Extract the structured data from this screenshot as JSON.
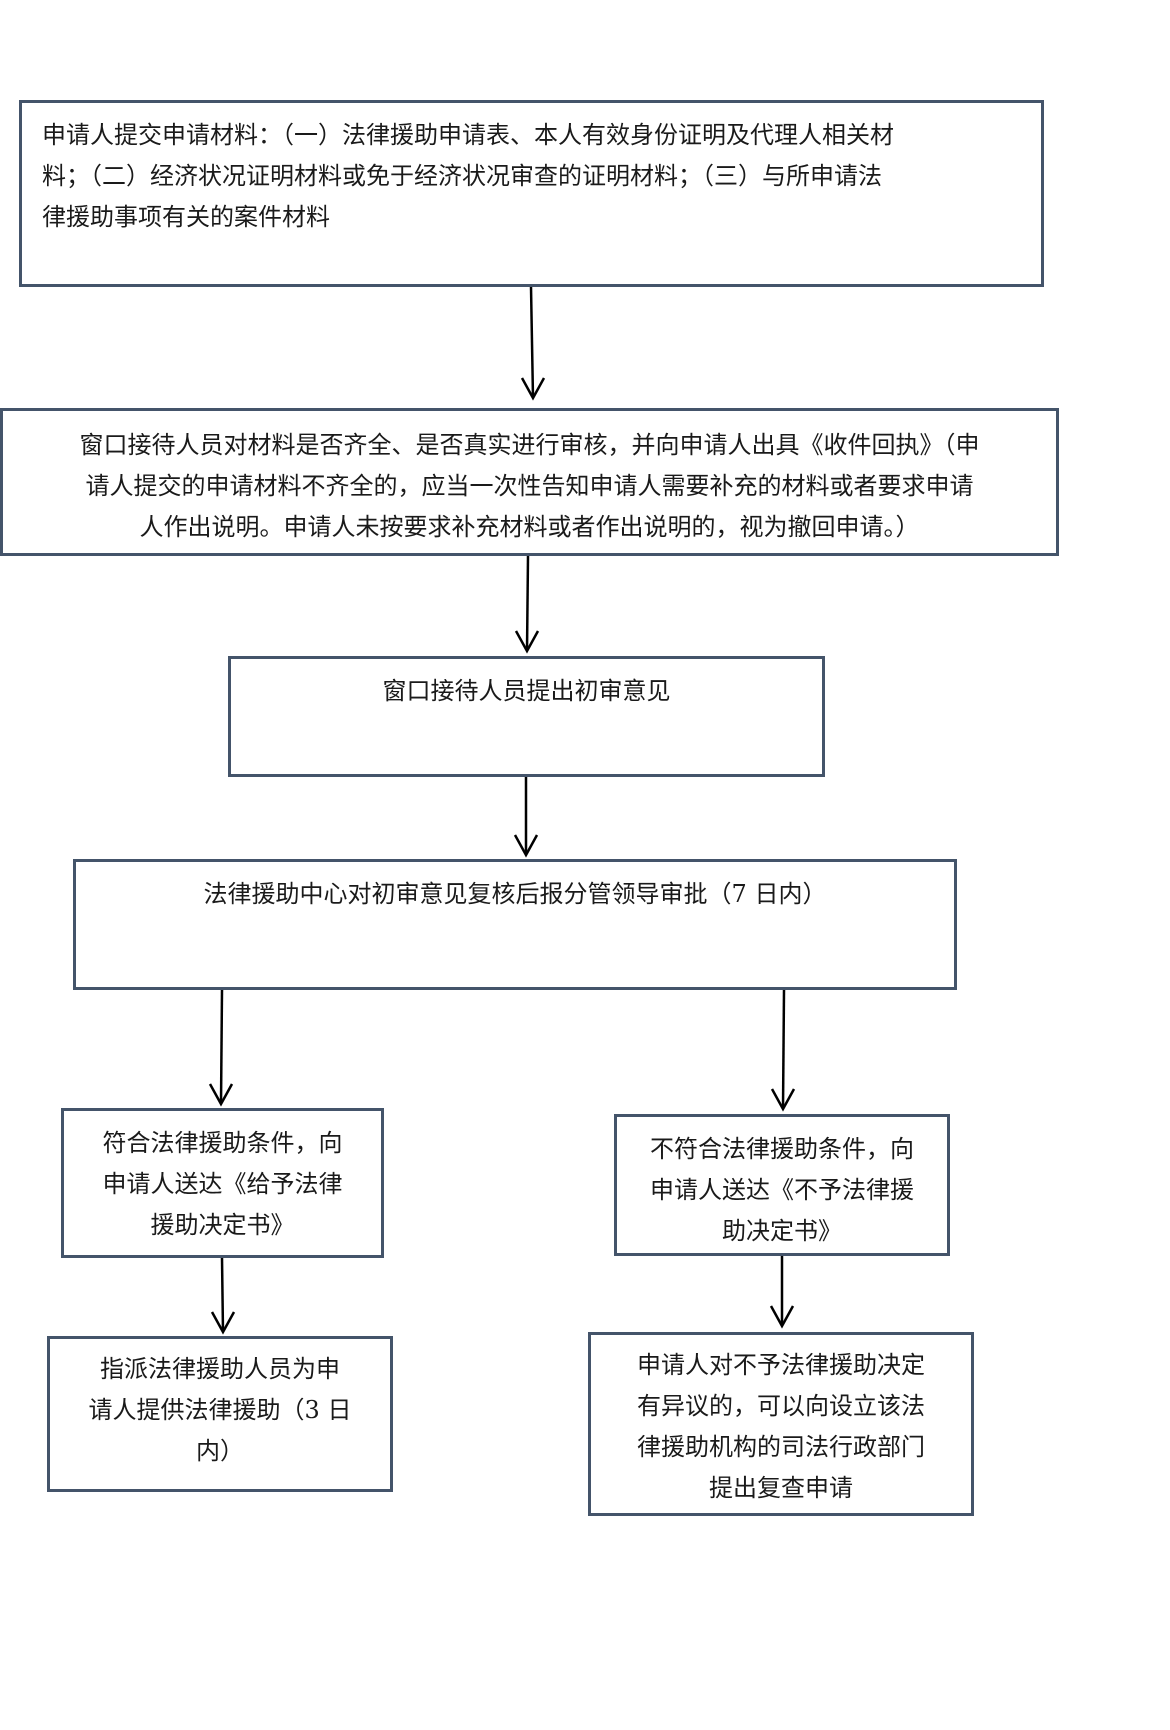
{
  "flow": {
    "step1": {
      "lines": [
        "申请人提交申请材料：（一）法律援助申请表、本人有效身份证明及代理人相关材",
        "料；（二）经济状况证明材料或免于经济状况审查的证明材料；（三）与所申请法",
        "律援助事项有关的案件材料"
      ]
    },
    "step2": {
      "lines": [
        "窗口接待人员对材料是否齐全、是否真实进行审核，并向申请人出具《收件回执》（申",
        "请人提交的申请材料不齐全的，应当一次性告知申请人需要补充的材料或者要求申请",
        "人作出说明。申请人未按要求补充材料或者作出说明的，视为撤回申请。）"
      ]
    },
    "step3": {
      "lines": [
        "窗口接待人员提出初审意见"
      ]
    },
    "step4": {
      "lines": [
        "法律援助中心对初审意见复核后报分管领导审批（7 日内）"
      ]
    },
    "approve": {
      "lines": [
        "符合法律援助条件，向",
        "申请人送达《给予法律",
        "援助决定书》"
      ]
    },
    "reject": {
      "lines": [
        "不符合法律援助条件，向",
        "申请人送达《不予法律援",
        "助决定书》"
      ]
    },
    "assign": {
      "lines": [
        "指派法律援助人员为申",
        "请人提供法律援助（3 日",
        "内）"
      ]
    },
    "appeal": {
      "lines": [
        "申请人对不予法律援助决定",
        "有异议的，可以向设立该法",
        "律援助机构的司法行政部门",
        "提出复查申请"
      ]
    }
  },
  "colors": {
    "box_border": "#44546a",
    "arrow": "#000000",
    "text": "#1a1a1a"
  }
}
